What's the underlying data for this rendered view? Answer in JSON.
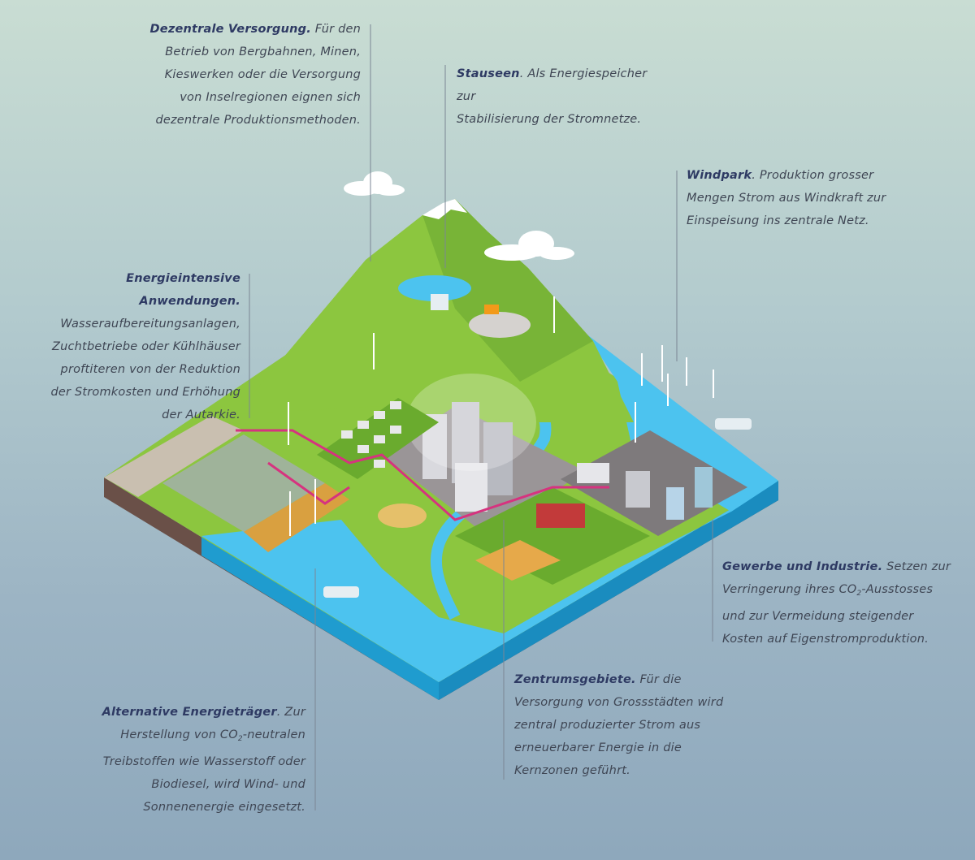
{
  "callouts": {
    "dezentrale": {
      "title": "Dezentrale Versorgung.",
      "lines": [
        " Für den",
        "Betrieb von Bergbahnen, Minen,",
        "Kieswerken oder die Versorgung",
        "von Inselregionen eignen sich",
        "dezentrale Produktionsmethoden."
      ]
    },
    "stauseen": {
      "title": "Stauseen",
      "lines": [
        ". Als Energiespeicher zur",
        "Stabilisierung der Stromnetze."
      ]
    },
    "windpark": {
      "title": "Windpark",
      "lines": [
        ". Produktion grosser",
        "Mengen Strom aus Windkraft zur",
        "Einspeisung ins zentrale Netz."
      ]
    },
    "energieintensiv": {
      "title": "Energieintensive Anwendungen.",
      "lines": [
        "Wasseraufbereitungsanlagen,",
        "Zuchtbetriebe oder Kühlhäuser",
        "proftiteren von der Reduktion",
        "der Stromkosten und Erhöhung",
        "der Autarkie."
      ]
    },
    "gewerbe": {
      "title": "Gewerbe und Industrie.",
      "l1": " Setzen zur",
      "l2a": "Verringerung ihres CO",
      "l2sub": "2",
      "l2b": "-Ausstosses",
      "l3": "und zur Vermeidung steigender",
      "l4": "Kosten auf Eigenstromproduktion."
    },
    "zentrum": {
      "title": "Zentrumsgebiete.",
      "lines": [
        " Für die",
        "Versorgung von Grossstädten wird",
        "zentral produzierter Strom aus",
        "erneuerbarer Energie in die",
        "Kernzonen geführt."
      ]
    },
    "alternativ": {
      "title": "Alternative Energieträger",
      "l1": ". Zur",
      "l2a": "Herstellung von CO",
      "l2sub": "2",
      "l2b": "-neutralen",
      "l3": "Treibstoffen wie Wasserstoff oder",
      "l4": "Biodiesel, wird Wind- und",
      "l5": "Sonnenenergie eingesetzt."
    }
  },
  "colors": {
    "grass": "#8cc63f",
    "grass_dark": "#6aab2e",
    "water": "#4cc3ef",
    "water_side": "#1f9ccf",
    "soil": "#6a5048",
    "city": "#9a9597",
    "magenta_line": "#d6337f",
    "leader_line": "#7b8694"
  }
}
